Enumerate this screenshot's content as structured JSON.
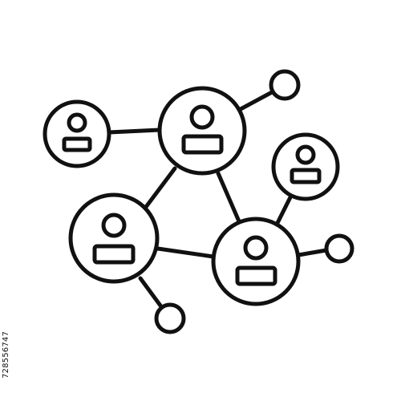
{
  "illustration": {
    "subject": "network-of-people",
    "stroke_color": "#111111",
    "background_color": "#ffffff",
    "icons": [
      "user-icon",
      "node-dot-icon",
      "connector-line"
    ]
  },
  "watermark": {
    "stock_id": "728556747"
  }
}
